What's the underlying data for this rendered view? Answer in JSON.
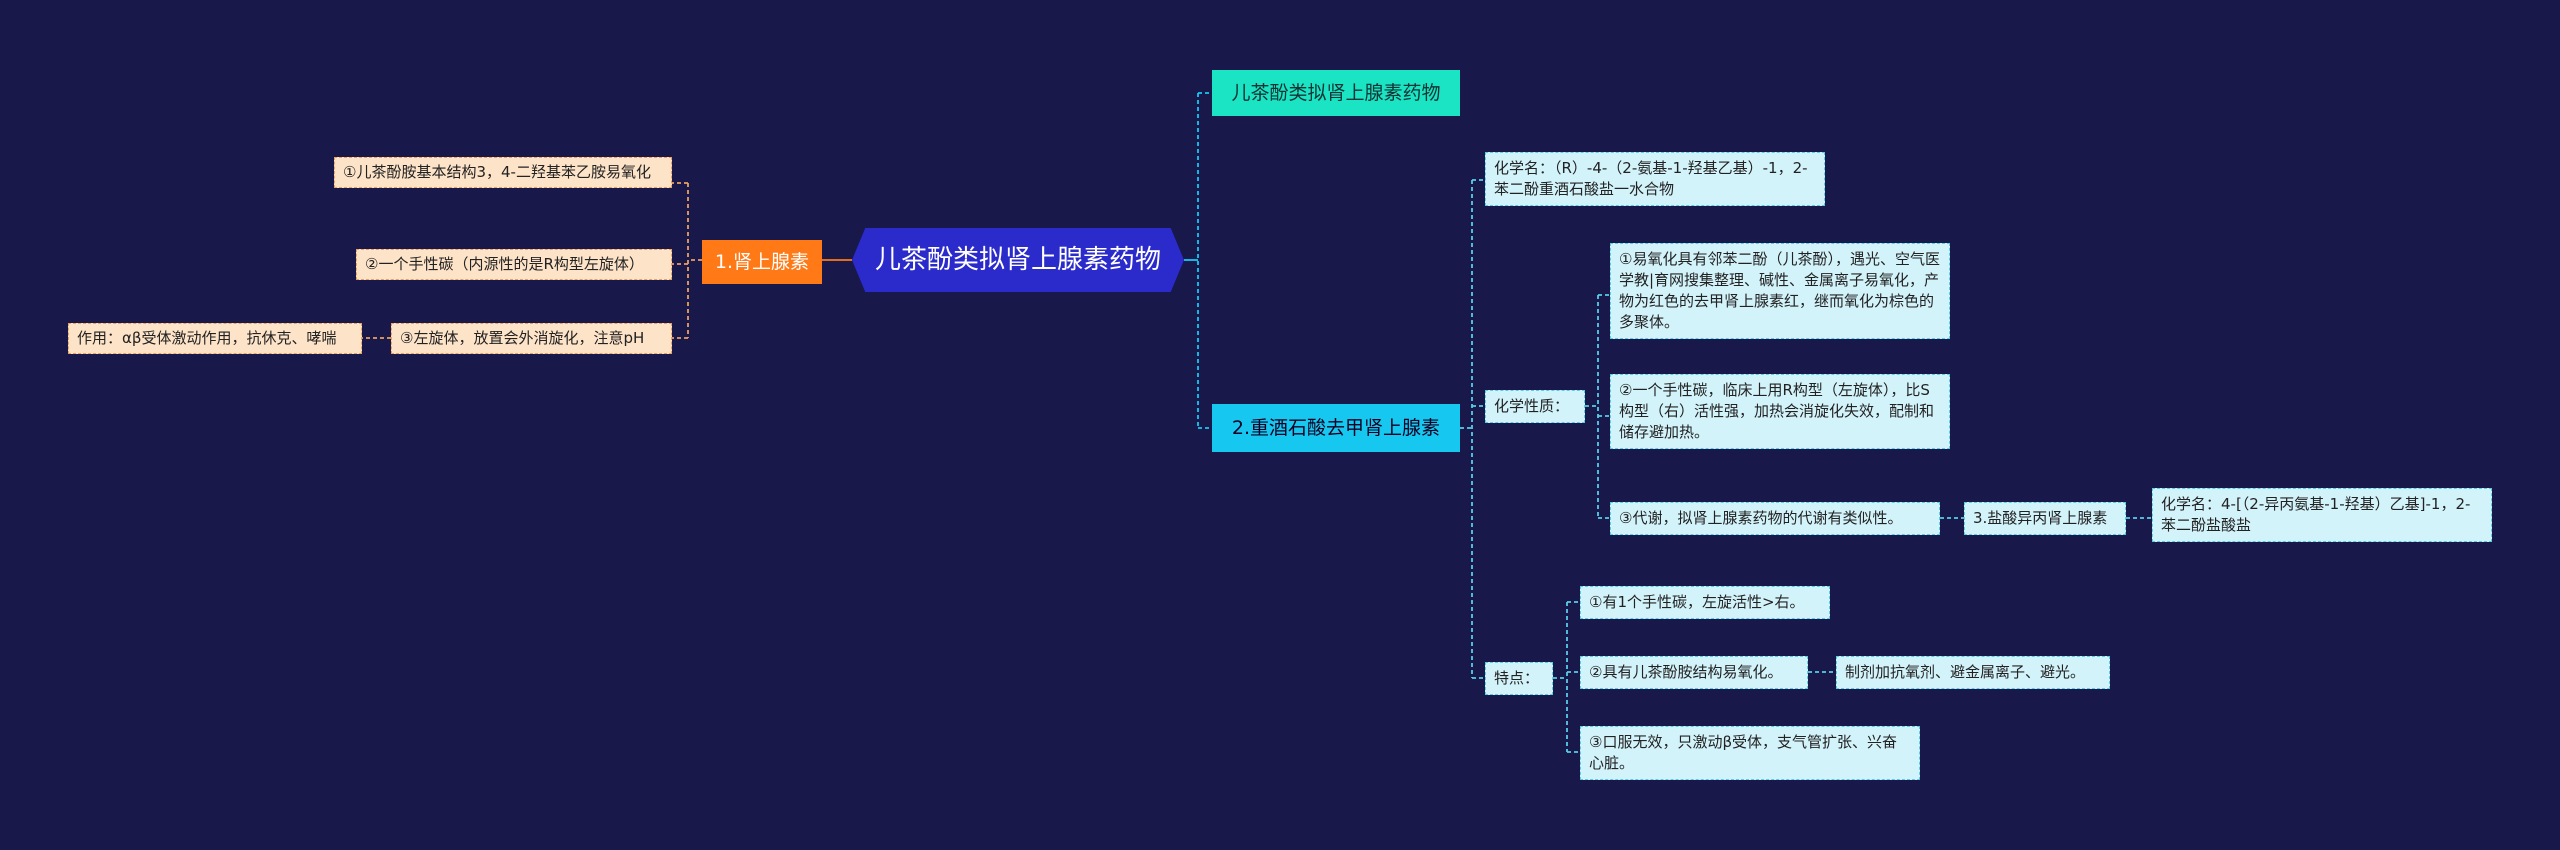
{
  "root": {
    "label": "儿茶酚类拟肾上腺素药物"
  },
  "left": {
    "branch": {
      "label": "1.肾上腺素"
    },
    "items": [
      {
        "label": "①儿茶酚胺基本结构3，4-二羟基苯乙胺易氧化"
      },
      {
        "label": "②一个手性碳（内源性的是R构型左旋体）"
      },
      {
        "label": "③左旋体，放置会外消旋化，注意pH"
      }
    ],
    "sub": {
      "label": "作用：αβ受体激动作用，抗休克、哮喘"
    }
  },
  "right": {
    "top": {
      "label": "儿茶酚类拟肾上腺素药物"
    },
    "main": {
      "label": "2.重酒石酸去甲肾上腺素"
    },
    "chem_name": {
      "label": "化学名：（R）-4-（2-氨基-1-羟基乙基）-1，2-苯二酚重酒石酸盐一水合物"
    },
    "props": {
      "label": "化学性质：",
      "items": [
        {
          "label": "①易氧化具有邻苯二酚（儿茶酚），遇光、空气医学教|育网搜集整理、碱性、金属离子易氧化，产物为红色的去甲肾上腺素红，继而氧化为棕色的多聚体。"
        },
        {
          "label": "②一个手性碳，临床上用R构型（左旋体），比S构型（右）活性强，加热会消旋化失效，配制和储存避加热。"
        },
        {
          "label": "③代谢，拟肾上腺素药物的代谢有类似性。"
        }
      ],
      "related": {
        "label": "3.盐酸异丙肾上腺素"
      },
      "related_name": {
        "label": "化学名：4-[（2-异丙氨基-1-羟基）乙基]-1，2-苯二酚盐酸盐"
      }
    },
    "features": {
      "label": "特点：",
      "items": [
        {
          "label": "①有1个手性碳，左旋活性>右。"
        },
        {
          "label": "②具有儿茶酚胺结构易氧化。"
        },
        {
          "label": "③口服无效，只激动β受体，支气管扩张、兴奋心脏。"
        }
      ],
      "note": {
        "label": "制剂加抗氧剂、避金属离子、避光。"
      }
    }
  },
  "colors": {
    "background": "#18184a",
    "root": "#2b2bcc",
    "orange": "#ff7a16",
    "teal": "#1ae4c4",
    "blue": "#16c8f0",
    "peach": "#fde3c8",
    "cyan": "#d3f3fb"
  }
}
